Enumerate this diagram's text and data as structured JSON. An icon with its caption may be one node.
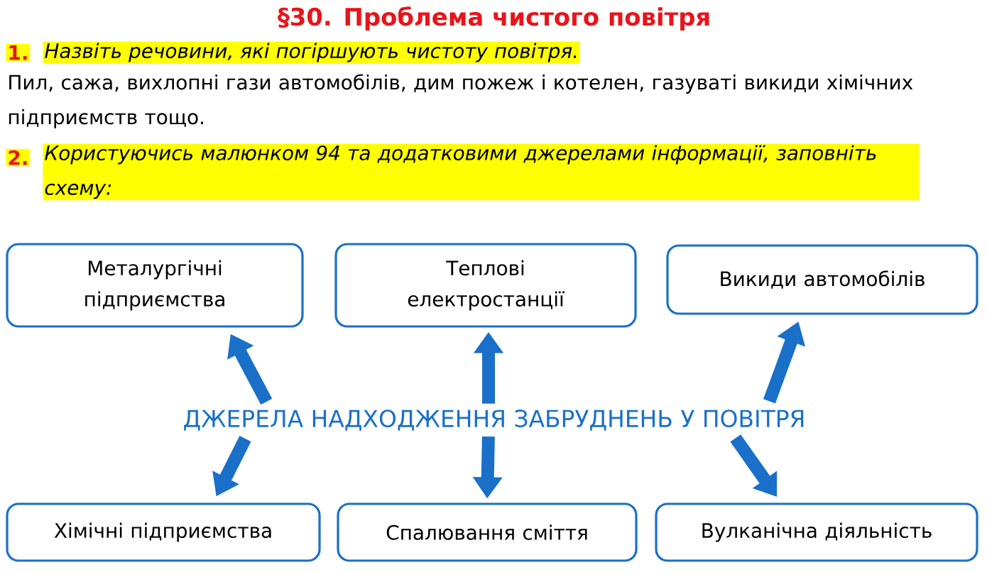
{
  "diagram": {
    "title": "§30. Проблема чистого повітря",
    "nodes": [
      {
        "text": [
          "ДЖЕРЕЛА НАДХОДЖЕННЯ ЗАБРУДНЕНЬ У ПОВІТРЯ"
        ]
      },
      {
        "text": [
          "Металургічні підприємства"
        ]
      },
      {
        "text": [
          "Теплові електростанції"
        ]
      },
      {
        "text": [
          "Викиди автомобілів"
        ]
      },
      {
        "text": [
          "Хімічні підприємства"
        ]
      },
      {
        "text": [
          "Спалювання сміття"
        ]
      },
      {
        "text": [
          "Вулканічна діяльність"
        ]
      }
    ],
    "edges": [
      {
        "from": 0,
        "to": 1,
        "arrow": "to"
      },
      {
        "from": 0,
        "to": 2,
        "arrow": "to"
      },
      {
        "from": 0,
        "to": 3,
        "arrow": "to"
      },
      {
        "from": 0,
        "to": 4,
        "arrow": "to"
      },
      {
        "from": 0,
        "to": 5,
        "arrow": "to"
      },
      {
        "from": 0,
        "to": 6,
        "arrow": "to"
      }
    ],
    "labels": [
      "1.",
      "Назвіть речовини, які погіршують чистоту повітря.",
      "Пил, сажа, вихлопні гази автомобілів, дим пожеж і котелен, газуваті викиди хімічних підприємств тощо.",
      "2.",
      "Користуючись малюнком 94 та додатковими джерелами інформації, заповніть схему:"
    ]
  }
}
